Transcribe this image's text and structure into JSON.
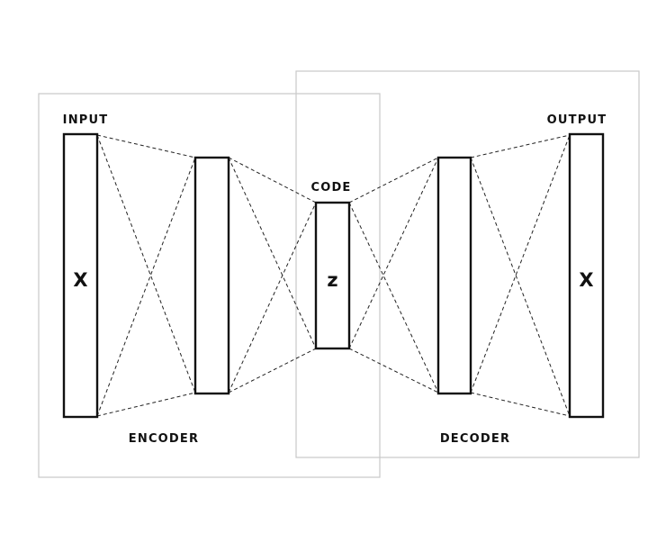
{
  "labels": {
    "input": "INPUT",
    "output": "OUTPUT",
    "code": "CODE",
    "encoder": "ENCODER",
    "decoder": "DECODER"
  },
  "symbols": {
    "input_x": "X",
    "code_z": "z",
    "output_x": "X"
  },
  "colors": {
    "stroke": "#111111",
    "region_border": "#c8c8c8",
    "background": "#ffffff"
  }
}
